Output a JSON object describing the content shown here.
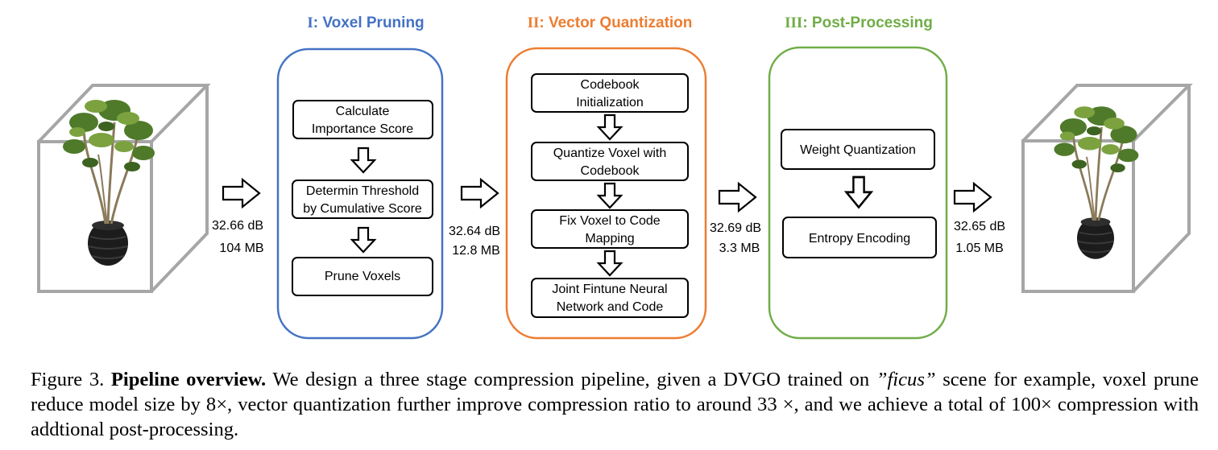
{
  "stages": [
    {
      "numeral": "I",
      "name": "Voxel Pruning",
      "color": "#4472c4",
      "steps": [
        "Calculate\nImportance Score",
        "Determin Threshold\nby Cumulative Score",
        "Prune Voxels"
      ]
    },
    {
      "numeral": "II",
      "name": "Vector Quantization",
      "color": "#ed7d31",
      "steps": [
        "Codebook\nInitialization",
        "Quantize Voxel with\nCodebook",
        "Fix Voxel to Code\nMapping",
        "Joint Fintune Neural\nNetwork and Code"
      ]
    },
    {
      "numeral": "III",
      "name": "Post-Processing",
      "color": "#70ad47",
      "steps": [
        "Weight Quantization",
        "Entropy Encoding"
      ]
    }
  ],
  "metrics": [
    {
      "psnr": "32.66 dB",
      "size": "104 MB"
    },
    {
      "psnr": "32.64 dB",
      "size": "12.8 MB"
    },
    {
      "psnr": "32.69 dB",
      "size": "3.3 MB"
    },
    {
      "psnr": "32.65 dB",
      "size": "1.05 MB"
    }
  ],
  "caption": {
    "figure_label": "Figure 3.",
    "bold_title": "Pipeline overview.",
    "text_before_italic": "We design a three stage compression pipeline, given a DVGO trained on",
    "italic_text": "”ficus”",
    "text_after_italic": "scene for example, voxel prune reduce model size by 8×, vector quantization further improve compression ratio to around 33 ×, and we achieve a total of 100× compression with addtional post-processing."
  }
}
